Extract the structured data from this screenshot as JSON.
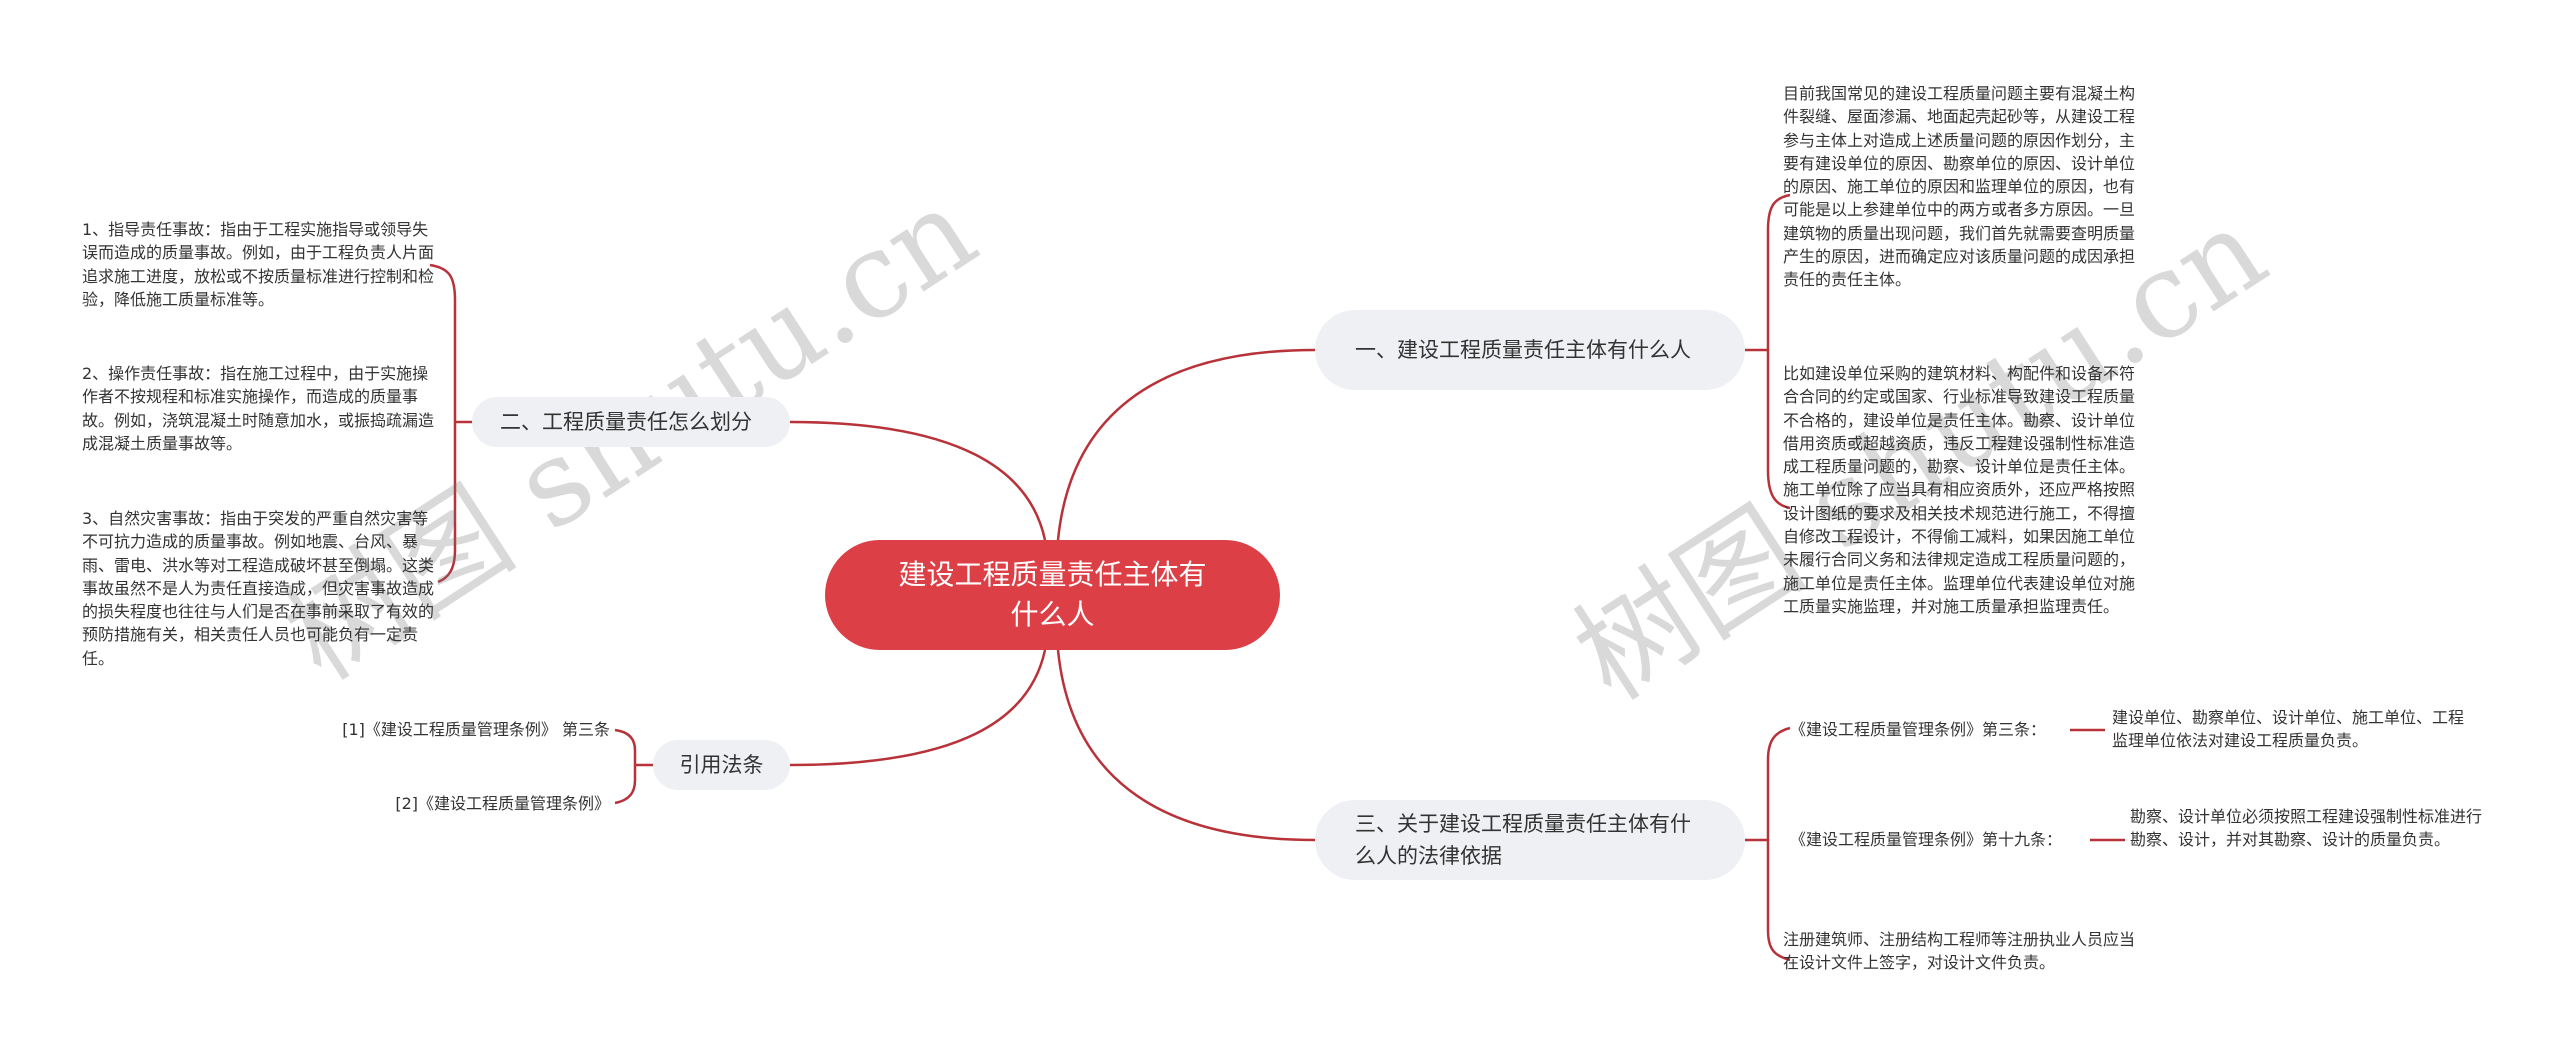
{
  "root": {
    "label": "建设工程质量责任主体有什么人",
    "color": "#dc3f46"
  },
  "branches": {
    "b1": {
      "label": "一、建设工程质量责任主体有什么人",
      "children": [
        "目前我国常见的建设工程质量问题主要有混凝土构件裂缝、屋面渗漏、地面起壳起砂等，从建设工程参与主体上对造成上述质量问题的原因作划分，主要有建设单位的原因、勘察单位的原因、设计单位的原因、施工单位的原因和监理单位的原因，也有可能是以上参建单位中的两方或者多方原因。一旦建筑物的质量出现问题，我们首先就需要查明质量产生的原因，进而确定应对该质量问题的成因承担责任的责任主体。",
        "比如建设单位采购的建筑材料、构配件和设备不符合合同的约定或国家、行业标准导致建设工程质量不合格的，建设单位是责任主体。勘察、设计单位借用资质或超越资质，违反工程建设强制性标准造成工程质量问题的，勘察、设计单位是责任主体。施工单位除了应当具有相应资质外，还应严格按照设计图纸的要求及相关技术规范进行施工，不得擅自修改工程设计，不得偷工减料，如果因施工单位未履行合同义务和法律规定造成工程质量问题的，施工单位是责任主体。监理单位代表建设单位对施工质量实施监理，并对施工质量承担监理责任。"
      ]
    },
    "b2": {
      "label": "二、工程质量责任怎么划分",
      "children": [
        "1、指导责任事故：指由于工程实施指导或领导失误而造成的质量事故。例如，由于工程负责人片面追求施工进度，放松或不按质量标准进行控制和检验，降低施工质量标准等。",
        "2、操作责任事故：指在施工过程中，由于实施操作者不按规程和标准实施操作，而造成的质量事故。例如，浇筑混凝土时随意加水，或振捣疏漏造成混凝土质量事故等。",
        "3、自然灾害事故：指由于突发的严重自然灾害等不可抗力造成的质量事故。例如地震、台风、暴雨、雷电、洪水等对工程造成破坏甚至倒塌。这类事故虽然不是人为责任直接造成，但灾害事故造成的损失程度也往往与人们是否在事前采取了有效的预防措施有关，相关责任人员也可能负有一定责任。"
      ]
    },
    "b3": {
      "label": "三、关于建设工程质量责任主体有什么人的法律依据",
      "children": [
        {
          "label": "《建设工程质量管理条例》第三条：",
          "detail": "建设单位、勘察单位、设计单位、施工单位、工程监理单位依法对建设工程质量负责。"
        },
        {
          "label": "《建设工程质量管理条例》第十九条：",
          "detail": "勘察、设计单位必须按照工程建设强制性标准进行勘察、设计，并对其勘察、设计的质量负责。"
        },
        {
          "label": "注册建筑师、注册结构工程师等注册执业人员应当在设计文件上签字，对设计文件负责。"
        }
      ]
    },
    "b4": {
      "label": "引用法条",
      "children": [
        "[1]《建设工程质量管理条例》 第三条",
        "[2]《建设工程质量管理条例》"
      ]
    }
  },
  "watermark": {
    "text": "树图 shutu.cn"
  },
  "colors": {
    "line": "#b8323a",
    "branch_bg": "#eef0f3",
    "root_bg": "#dc3f46"
  }
}
